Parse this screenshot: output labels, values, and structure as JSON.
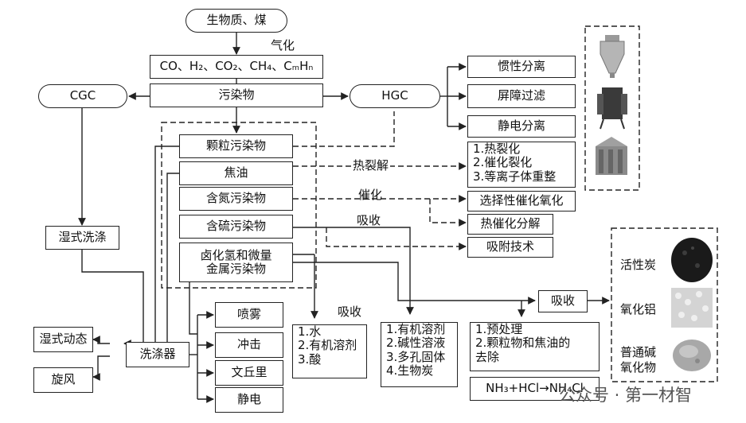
{
  "nodes": {
    "source": "生物质、煤",
    "gasification_label": "气化",
    "gas_components": "CO、H₂、CO₂、CH₄、CₘHₙ",
    "pollutants": "污染物",
    "cgc": "CGC",
    "hgc": "HGC",
    "particulate": "颗粒污染物",
    "tar": "焦油",
    "nitrogen": "含氮污染物",
    "sulfur": "含硫污染物",
    "halide_line1": "卤化氢和微量",
    "halide_line2": "金属污染物",
    "wet_scrub": "湿式洗涤",
    "scrubber": "洗涤器",
    "wet_dynamic": "湿式动态",
    "cyclone": "旋风",
    "spray": "喷雾",
    "impact": "冲击",
    "venturi": "文丘里",
    "electrostatic": "静电",
    "inertial_sep": "惯性分离",
    "barrier_filter": "屏障过滤",
    "electrostatic_sep": "静电分离",
    "tar_methods": [
      "1.热裂化",
      "2.催化裂化",
      "3.等离子体重整"
    ],
    "scr": "选择性催化氧化",
    "thermal_cat": "热催化分解",
    "adsorption_tech": "吸附技术",
    "absorb_box": "吸收",
    "absorb_list_1": [
      "1.水",
      "2.有机溶剂",
      "3.酸"
    ],
    "absorb_list_2": [
      "1.有机溶剂",
      "2.碱性溶液",
      "3.多孔固体",
      "4.生物炭"
    ],
    "pretreat": [
      "1.预处理",
      "2.颗粒物和焦油的",
      "去除"
    ],
    "nh3_reaction": "NH₃+HCl→NH₄Cl",
    "sorbents": [
      "活性炭",
      "氧化铝",
      "普通碱",
      "氧化物"
    ]
  },
  "edge_labels": {
    "thermal_cracking": "热裂解",
    "catalysis": "催化",
    "absorption_mid": "吸收",
    "absorption_lower": "吸收"
  },
  "watermark": "公众号 · 第一材智"
}
